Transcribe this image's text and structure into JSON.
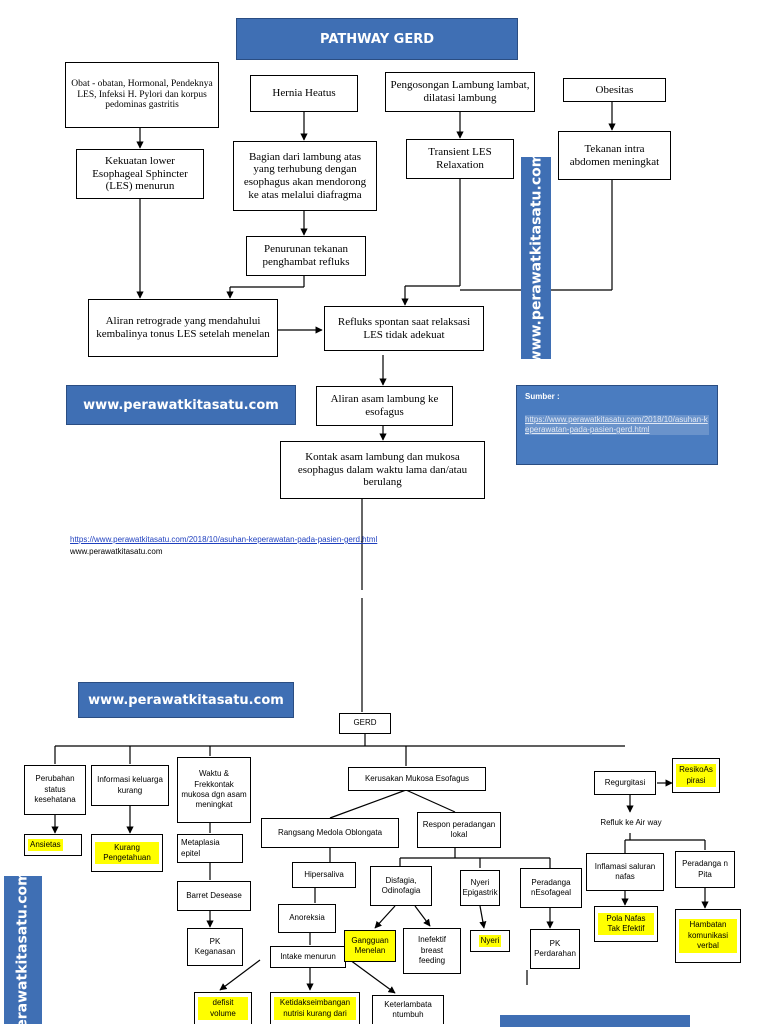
{
  "title": "PATHWAY GERD",
  "watermark": "www.perawatkitasatu.com",
  "watermark_left": "erawatkitasatu.com",
  "link_url": "https://www.perawatkitasatu.com/2018/10/asuhan-keperawatan-pada-pasien-gerd.html",
  "link_plain": "www.perawatkitasatu.com",
  "sumber": {
    "title": "Sumber :",
    "url": "https://www.perawatkitasatu.com/2018/10/asuhan-keperawatan-pada-pasien-gerd.html"
  },
  "top": {
    "obat": "Obat - obatan, Hormonal, Pendeknya LES, Infeksi H. Pylori dan korpus pedominas gastritis",
    "hernia": "Hernia Heatus",
    "pengosongan": "Pengosongan Lambung lambat, dilatasi lambung",
    "obesitas": "Obesitas",
    "kekuatan": "Kekuatan lower Esophageal Sphincter (LES) menurun",
    "bagian": "Bagian dari lambung atas yang terhubung dengan esophagus akan mendorong ke atas melalui diafragma",
    "transient": "Transient LES Relaxation",
    "tekanan": "Tekanan intra abdomen meningkat",
    "penurunan": "Penurunan tekanan penghambat refluks",
    "aliran_retro": "Aliran retrograde yang mendahului kembalinya tonus LES setelah menelan",
    "refluks_spontan": "Refluks spontan saat relaksasi LES tidak adekuat",
    "aliran_asam": "Aliran asam lambung ke esofagus",
    "kontak": "Kontak asam lambung dan mukosa esophagus dalam waktu lama dan/atau berulang"
  },
  "bottom": {
    "gerd": "GERD",
    "perubahan": "Perubahan status kesehatana",
    "ansietas": "Ansietas",
    "informasi": "Informasi keluarga kurang",
    "kurang_pengetahuan": "Kurang Pengetahuan",
    "waktu": "Waktu & Frekkontak mukosa dgn asam meningkat",
    "metaplasia": "Metaplasia epitel",
    "barret": "Barret Desease",
    "pk_keganasan": "PK Keganasan",
    "kerusakan": "Kerusakan Mukosa Esofagus",
    "rangsang": "Rangsang Medola Oblongata",
    "respon": "Respon peradangan lokal",
    "hipersaliva": "Hipersaliva",
    "anoreksia": "Anoreksia",
    "intake": "Intake menurun",
    "disfagia": "Disfagia, Odinofagia",
    "gangguan_menelan": "Gangguan Menelan",
    "inefektif": "Inefektif breast feeding",
    "nyeri_epigastrik": "Nyeri Epigastrik",
    "nyeri": "Nyeri",
    "peradangan_esofageal": "Peradanga nEsofageal",
    "pk_perdarahan": "PK Perdarahan",
    "regurgitasi": "Regurgitasi",
    "resiko_aspirasi": "ResikoAs pirasi",
    "refluk_airway": "Refluk ke Air way",
    "inflamasi": "Inflamasi saluran nafas",
    "peradangan_pita": "Peradanga n Pita",
    "pola_nafas": "Pola Nafas Tak Efektif",
    "hambatan": "Hambatan komunikasi verbal",
    "defisit": "defisit volume",
    "ketidakseimbangan": "Ketidakseimbangan nutrisi kurang dari",
    "keterlambatan": "Keterlambata ntumbuh"
  }
}
